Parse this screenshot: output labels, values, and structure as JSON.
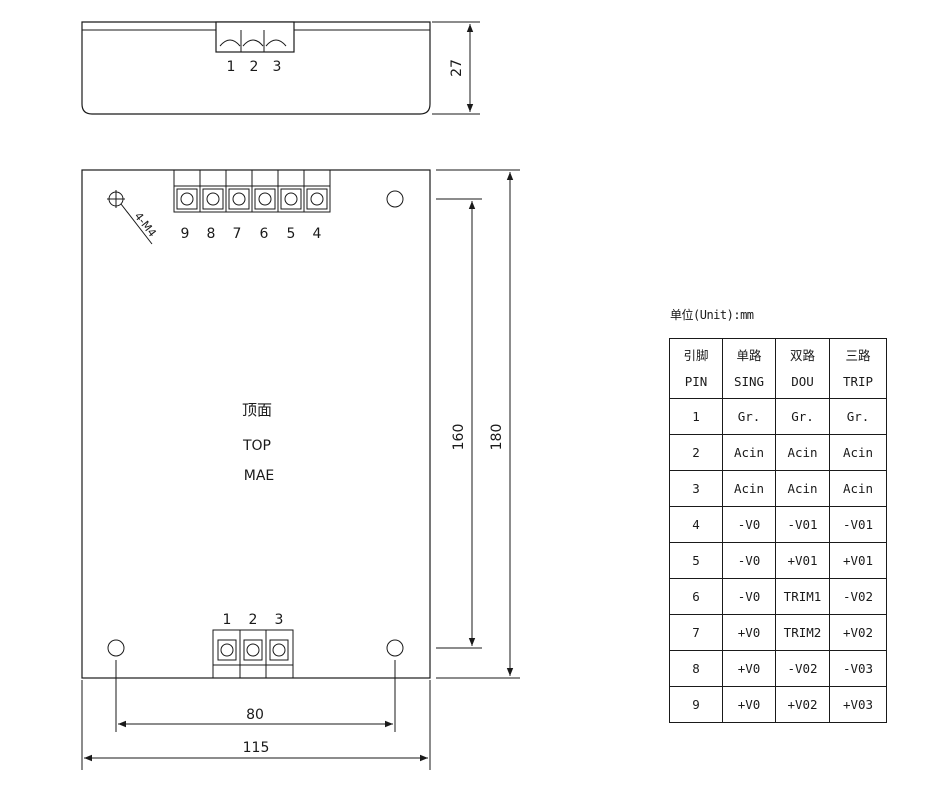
{
  "side_view": {
    "terminal_labels": [
      "1",
      "2",
      "3"
    ],
    "height_dim": "27"
  },
  "top_view": {
    "terminal_labels": [
      "9",
      "8",
      "7",
      "6",
      "5",
      "4"
    ],
    "mount_label": "4-M4",
    "center_text": [
      "顶面",
      "TOP",
      "MAE"
    ],
    "bottom_terminal_labels": [
      "1",
      "2",
      "3"
    ],
    "dims": {
      "inner_height": "160",
      "outer_height": "180",
      "inner_width": "80",
      "outer_width": "115"
    }
  },
  "pin_table": {
    "unit": "单位(Unit):mm",
    "headers": [
      {
        "cn": "引脚",
        "en": "PIN"
      },
      {
        "cn": "单路",
        "en": "SING"
      },
      {
        "cn": "双路",
        "en": "DOU"
      },
      {
        "cn": "三路",
        "en": "TRIP"
      }
    ],
    "rows": [
      [
        "1",
        "Gr.",
        "Gr.",
        "Gr."
      ],
      [
        "2",
        "Acin",
        "Acin",
        "Acin"
      ],
      [
        "3",
        "Acin",
        "Acin",
        "Acin"
      ],
      [
        "4",
        "-V0",
        "-V01",
        "-V01"
      ],
      [
        "5",
        "-V0",
        "+V01",
        "+V01"
      ],
      [
        "6",
        "-V0",
        "TRIM1",
        "-V02"
      ],
      [
        "7",
        "+V0",
        "TRIM2",
        "+V02"
      ],
      [
        "8",
        "+V0",
        "-V02",
        "-V03"
      ],
      [
        "9",
        "+V0",
        "+V02",
        "+V03"
      ]
    ]
  }
}
